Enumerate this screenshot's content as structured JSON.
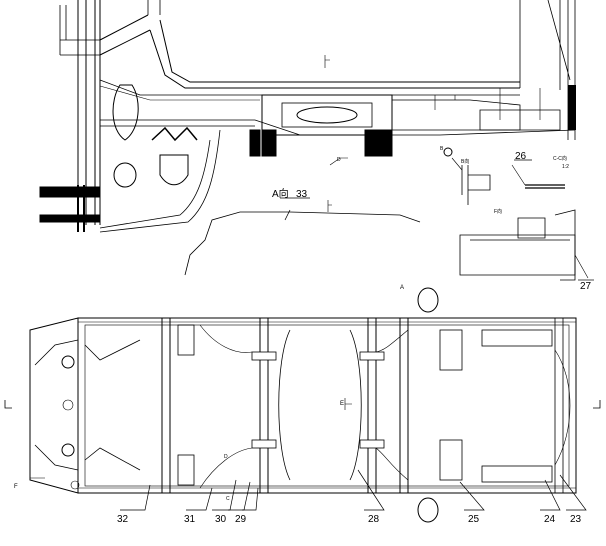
{
  "drawing": {
    "callouts": [
      "23",
      "24",
      "25",
      "26",
      "27",
      "28",
      "29",
      "30",
      "31",
      "32",
      "33"
    ],
    "labels": {
      "section_a": "A向",
      "view_a": "A",
      "marker_f": "F",
      "marker_e": "E",
      "marker_d": "D",
      "marker_c": "C",
      "marker_b": "B",
      "detail_c_label": "C-C向",
      "scale_1": "1:2",
      "detail_f_label": "F向",
      "detail_d_label": "D",
      "note_b": "B向"
    }
  }
}
